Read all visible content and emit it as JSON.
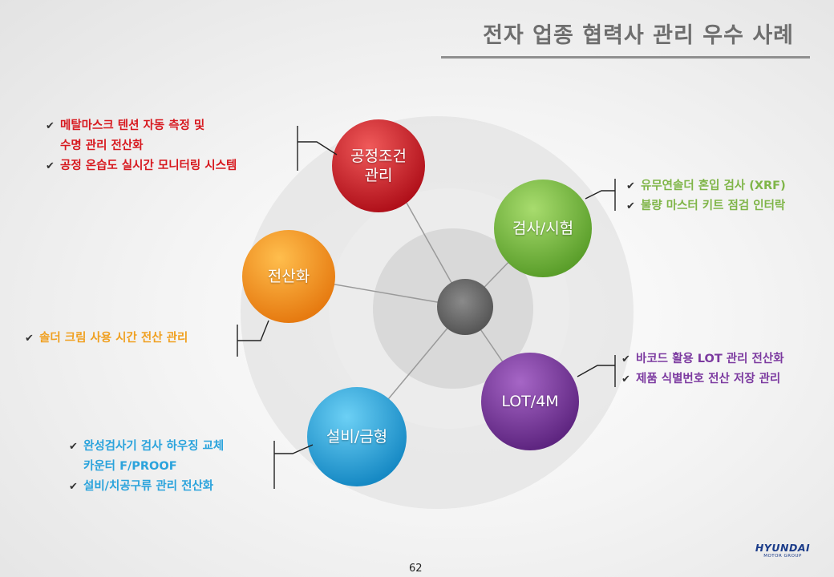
{
  "title": "전자 업종 협력사 관리 우수 사례",
  "page_number": "62",
  "logo": {
    "main": "HYUNDAI",
    "sub": "MOTOR GROUP"
  },
  "check_glyph": "✔",
  "nodes": {
    "process": {
      "label_line1": "공정조건",
      "label_line2": "관리",
      "color": "#d11f26"
    },
    "inspection": {
      "label": "검사/시험",
      "color": "#7cc142"
    },
    "digital": {
      "label": "전산화",
      "color": "#f7941d"
    },
    "lot": {
      "label": "LOT/4M",
      "color": "#7e3a9e"
    },
    "equipment": {
      "label": "설비/금형",
      "color": "#27aae1"
    }
  },
  "notes": {
    "process": {
      "item1_line1": "메탈마스크 텐션 자동 측정 및",
      "item1_line2": "수명 관리 전산화",
      "item2": "공정 온습도 실시간 모니터링 시스템"
    },
    "inspection": {
      "item1": "유무연솔더 혼입 검사 (XRF)",
      "item2": "불량 마스터 키트 점검 인터락"
    },
    "digital": {
      "item1": "솔더 크림 사용 시간 전산 관리"
    },
    "lot": {
      "item1": "바코드 활용 LOT 관리 전산화",
      "item2": "제품 식별번호 전산 저장 관리"
    },
    "equipment": {
      "item1_line1": "완성검사기 검사 하우징 교체",
      "item1_line2": "카운터 F/PROOF",
      "item2": "설비/치공구류 관리 전산화"
    }
  }
}
